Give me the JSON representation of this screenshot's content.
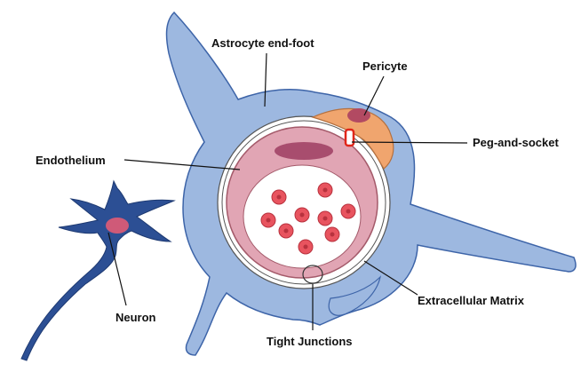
{
  "labels": {
    "astrocyte_end_foot": "Astrocyte end-foot",
    "pericyte": "Pericyte",
    "peg_and_socket": "Peg-and-socket",
    "endothelium": "Endothelium",
    "neuron": "Neuron",
    "extracellular_matrix": "Extracellular Matrix",
    "tight_junctions": "Tight Junctions"
  },
  "colors": {
    "astrocyte": "#9db8e0",
    "astrocyte_outline": "#3d64a8",
    "neuron": "#2c4f94",
    "neuron_nucleus": "#cf5a78",
    "endothelium": "#e1a5b4",
    "endothelium_outline": "#a45a6a",
    "endothelial_nucleus": "#a84d6e",
    "pericyte": "#f0a56e",
    "pericyte_nucleus": "#b24a62",
    "peg": "#e0261a",
    "red_blood_cell": "#e8545f",
    "lumen": "#ffffff"
  },
  "red_blood_cell_count": 9
}
